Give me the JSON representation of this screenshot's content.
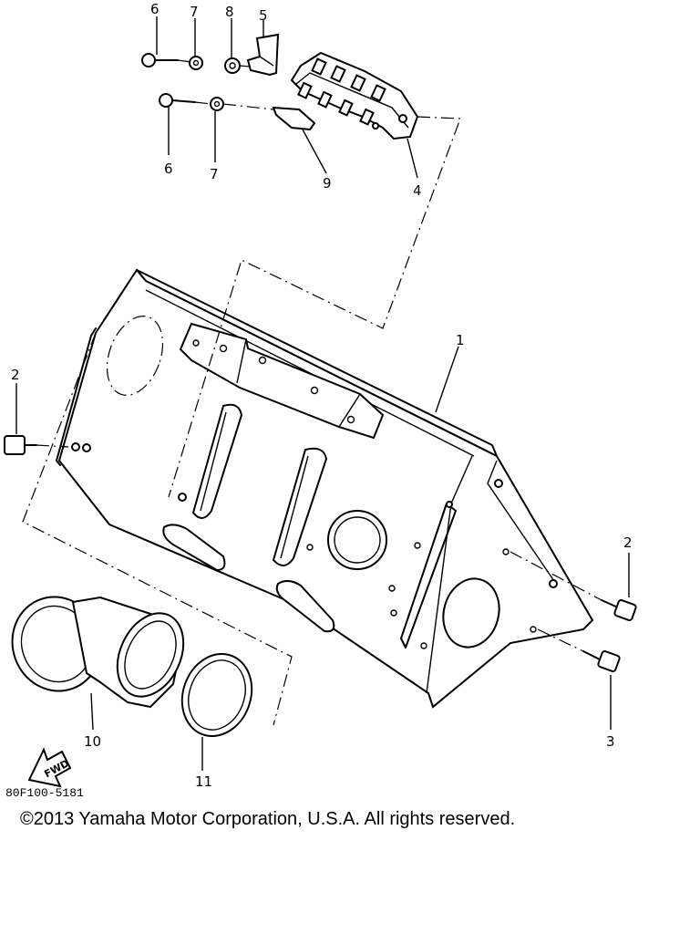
{
  "callouts": {
    "c6a": "6",
    "c7a": "7",
    "c8": "8",
    "c5": "5",
    "c6b": "6",
    "c7b": "7",
    "c9": "9",
    "c4": "4",
    "c1": "1",
    "c2a": "2",
    "c2b": "2",
    "c3": "3",
    "c10": "10",
    "c11": "11"
  },
  "fwd_label": "FWD",
  "diagram_code": "80F100-5181",
  "copyright": "©2013 Yamaha Motor Corporation, U.S.A. All rights reserved."
}
